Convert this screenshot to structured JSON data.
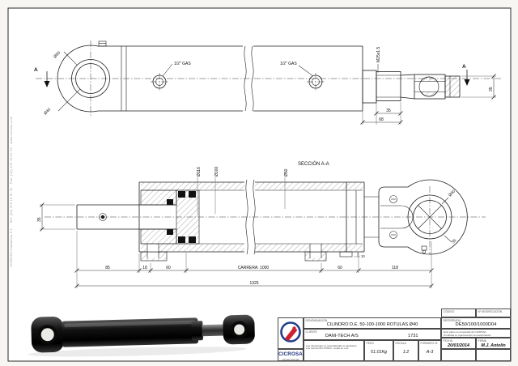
{
  "sheet": {
    "margin_text": "CICROSA Hidráulica S.L. · Telf: (34) 979 16 51 51 · Fax: (34) 979 16 51 52 · www.cicrosa.com"
  },
  "drawing": {
    "port_left": "1/2\" GAS",
    "port_right": "1/2\" GAS",
    "thread": "M25x1.5",
    "clevis_outer_dia": "Ø50",
    "clevis_bore_dia": "Ø40",
    "section_arrow_left": "A",
    "section_arrow_right": "A",
    "rod_end_width": "35",
    "rod_end_length": "68",
    "eye_width_top_view": "35",
    "section_title": "SECCIÓN A-A",
    "tube_od": "Ø116",
    "bore_dia": "Ø100",
    "rod_dia": "Ø50",
    "rod_height": "35",
    "eye_dia": "Ø40",
    "eye_width": "35",
    "step_dim": "10",
    "chain": [
      "85",
      "18",
      "60",
      "CARRERA: 1000",
      "60",
      "118"
    ],
    "overall": "1325"
  },
  "title_block": {
    "codigo_label": "CÓDIGO",
    "modificacion_label": "Nº MODIFICACIÓN",
    "referencia_label": "REFERENCIA",
    "referencia": "DE50/100/1000D04",
    "denominacion_label": "DENOMINACIÓN",
    "denominacion": "CILINDRO D.E. 50-100-1000 ROTULAS Ø40",
    "cliente_label": "CLIENTE",
    "cliente": "DANI-TECH  A/S",
    "pedido": "1731",
    "norma_text_1": "Las tolerancias no especificadas se ajustarán",
    "norma_text_2": "a la norma ISO 2768-m. Cotas en mm.",
    "prop_text_1": "Este plano es propiedad de CICROSA.",
    "prop_text_2": "Prohibida su reproducción sin autorización.",
    "fecha_label": "FECHA",
    "fecha": "20/03/2014",
    "firma_label": "FIRMA",
    "firma": "M.J. Antolín",
    "peso_label": "PESO",
    "peso": "51.01Kg",
    "escala_label": "ESCALA",
    "escala": "1:2",
    "formato_label": "FORMATO Nº",
    "formato": "A-3",
    "brand": "CICROSA",
    "brand_sub": "(34) 902 193 046"
  },
  "colors": {
    "line": "#1c1c1c",
    "brand_blue": "#23408e",
    "brand_red": "#cf2030"
  }
}
